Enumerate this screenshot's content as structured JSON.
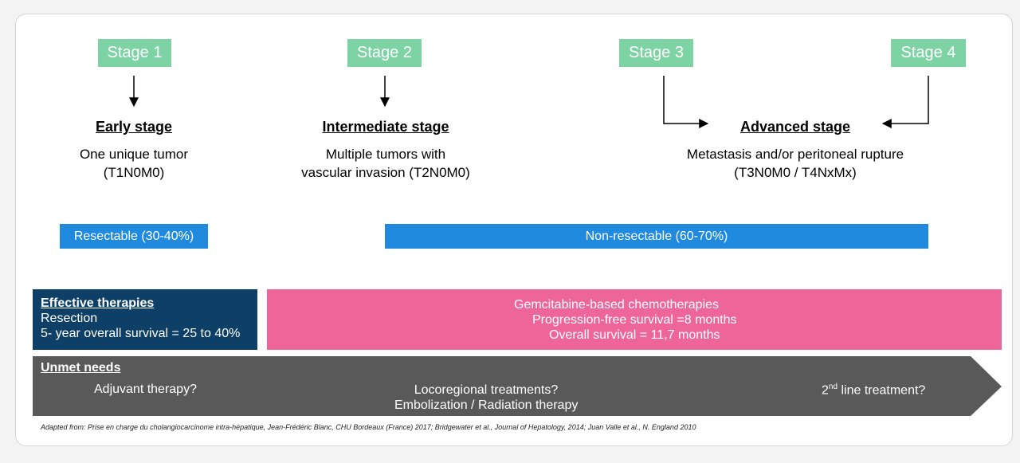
{
  "stages": [
    {
      "label": "Stage 1"
    },
    {
      "label": "Stage 2"
    },
    {
      "label": "Stage 3"
    },
    {
      "label": "Stage 4"
    }
  ],
  "early": {
    "title": "Early stage",
    "line1": "One unique tumor",
    "line2": "(T1N0M0)"
  },
  "intermediate": {
    "title": "Intermediate stage",
    "line1": "Multiple tumors with",
    "line2": "vascular invasion (T2N0M0)"
  },
  "advanced": {
    "title": "Advanced stage",
    "line1": "Metastasis and/or peritoneal rupture",
    "line2": "(T3N0M0 / T4NxMx)"
  },
  "resectable": "Resectable (30-40%)",
  "non_resectable": "Non-resectable (60-70%)",
  "effective": {
    "title": "Effective therapies",
    "line1": "Resection",
    "line2": "5- year overall survival = 25 to 40%"
  },
  "chemo": {
    "line1": "Gemcitabine-based chemotherapies",
    "line2": "Progression-free survival =8 months",
    "line3": "Overall survival = 11,7 months"
  },
  "unmet": {
    "title": "Unmet needs",
    "adjuvant": "Adjuvant therapy?",
    "loco1": "Locoregional treatments?",
    "loco2": "Embolization / Radiation therapy",
    "second_sup": "nd",
    "second_pre": "2",
    "second_post": " line treatment?"
  },
  "footnote": "Adapted from: Prise en charge du cholangiocarcinome intra-hépatique, Jean-Frédéric Blanc, CHU Bordeaux (France) 2017; Bridgewater et al., Journal of Hepatology, 2014; Juan Valle et al., N. England 2010",
  "colors": {
    "stage_green": "#7ed3a5",
    "blue_bar": "#1f8ade",
    "dark_blue": "#0e4067",
    "pink": "#ee6699",
    "gray_arrow": "#595959"
  }
}
